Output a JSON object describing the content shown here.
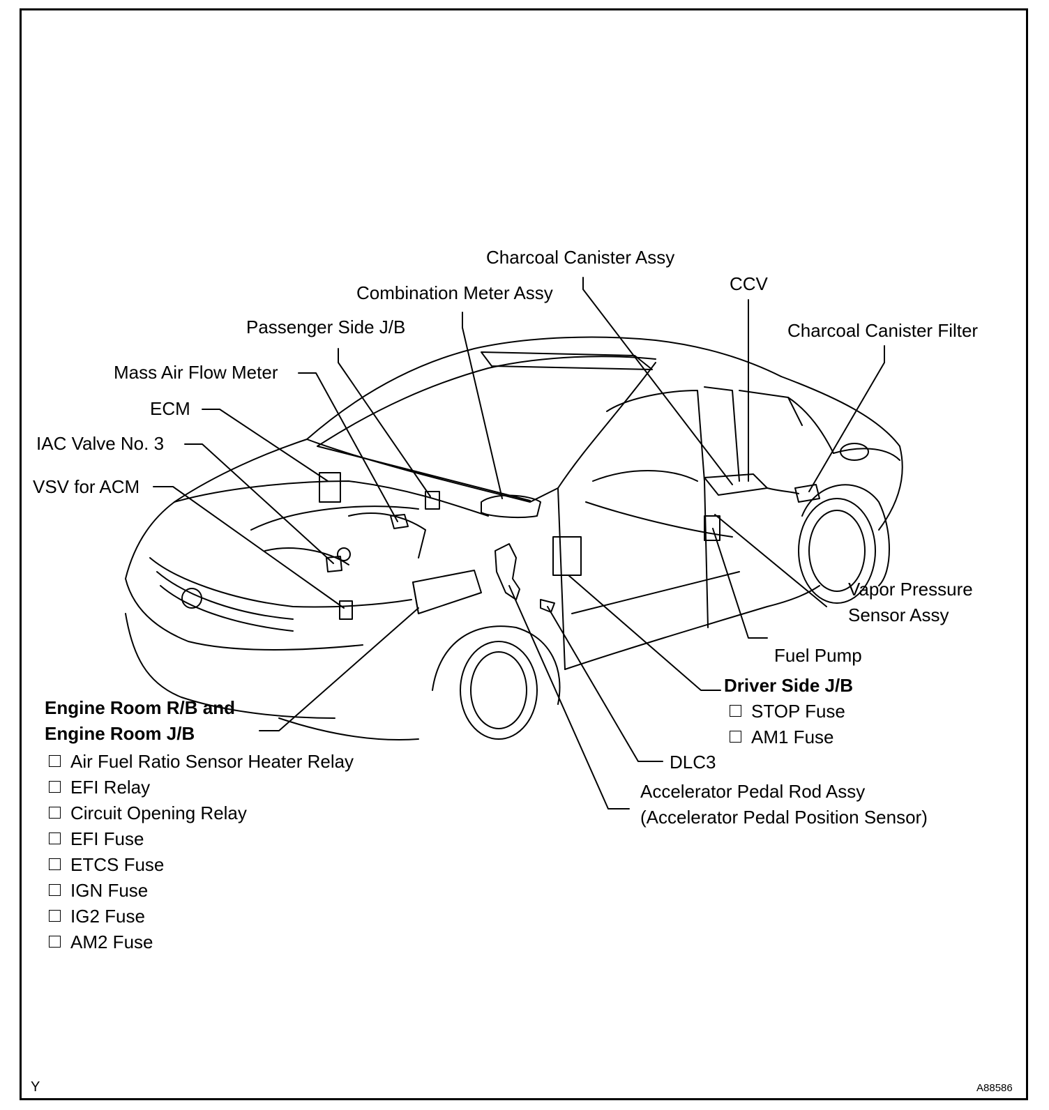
{
  "labels": {
    "charcoal_canister_assy": "Charcoal Canister Assy",
    "combination_meter_assy": "Combination Meter Assy",
    "ccv": "CCV",
    "passenger_side_jb": "Passenger Side J/B",
    "charcoal_canister_filter": "Charcoal Canister Filter",
    "mass_air_flow_meter": "Mass Air Flow Meter",
    "ecm": "ECM",
    "iac_valve": "IAC Valve No. 3",
    "vsv_for_acm": "VSV for ACM",
    "vapor_pressure_line1": "Vapor Pressure",
    "vapor_pressure_line2": "Sensor Assy",
    "fuel_pump": "Fuel Pump",
    "dlc3": "DLC3",
    "accel_line1": "Accelerator Pedal Rod Assy",
    "accel_line2": "(Accelerator Pedal Position Sensor)"
  },
  "engine_room": {
    "title_line1": "Engine Room R/B and",
    "title_line2": "Engine Room J/B",
    "items": [
      "Air Fuel Ratio Sensor Heater Relay",
      "EFI Relay",
      "Circuit Opening Relay",
      "EFI Fuse",
      "ETCS Fuse",
      "IGN Fuse",
      "IG2 Fuse",
      "AM2 Fuse"
    ]
  },
  "driver_side": {
    "title": "Driver Side J/B",
    "items": [
      "STOP Fuse",
      "AM1 Fuse"
    ]
  },
  "footer": {
    "left_code": "Y",
    "right_code": "A88586"
  }
}
